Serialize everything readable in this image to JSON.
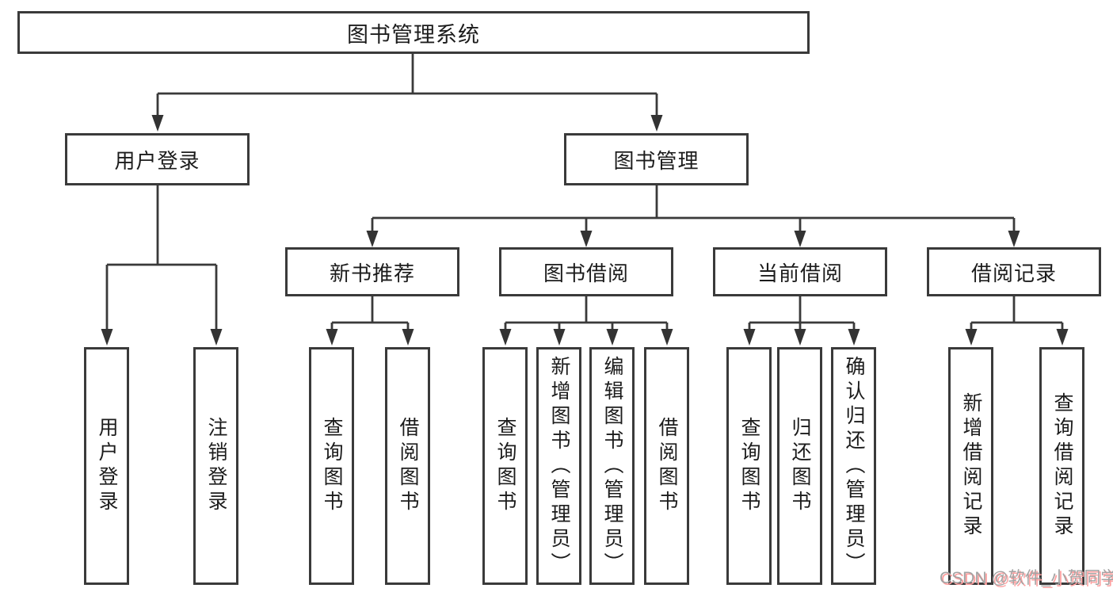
{
  "tree": {
    "root": {
      "label": "图书管理系统"
    },
    "branches": [
      {
        "label": "用户登录",
        "children": [
          {
            "label": "用户登录"
          },
          {
            "label": "注销登录"
          }
        ]
      },
      {
        "label": "图书管理",
        "children": [
          {
            "label": "新书推荐",
            "children": [
              {
                "label": "查询图书"
              },
              {
                "label": "借阅图书"
              }
            ]
          },
          {
            "label": "图书借阅",
            "children": [
              {
                "label": "查询图书"
              },
              {
                "label": "新增图书（管理员）"
              },
              {
                "label": "编辑图书（管理员）"
              },
              {
                "label": "借阅图书"
              }
            ]
          },
          {
            "label": "当前借阅",
            "children": [
              {
                "label": "查询图书"
              },
              {
                "label": "归还图书"
              },
              {
                "label": "确认归还（管理员）"
              }
            ]
          },
          {
            "label": "借阅记录",
            "children": [
              {
                "label": "新增借阅记录"
              },
              {
                "label": "查询借阅记录"
              }
            ]
          }
        ]
      }
    ]
  },
  "watermark": {
    "text": "CSDN @软件_小贺同学"
  },
  "colors": {
    "line": "#3a3a3a",
    "box_border": "#3a3a3a",
    "box_fill": "#ffffff",
    "text": "#1c1c1c",
    "watermark_text": "#a3a3a3",
    "watermark_shadow": "#ff9f9f",
    "background": "#ffffff"
  }
}
